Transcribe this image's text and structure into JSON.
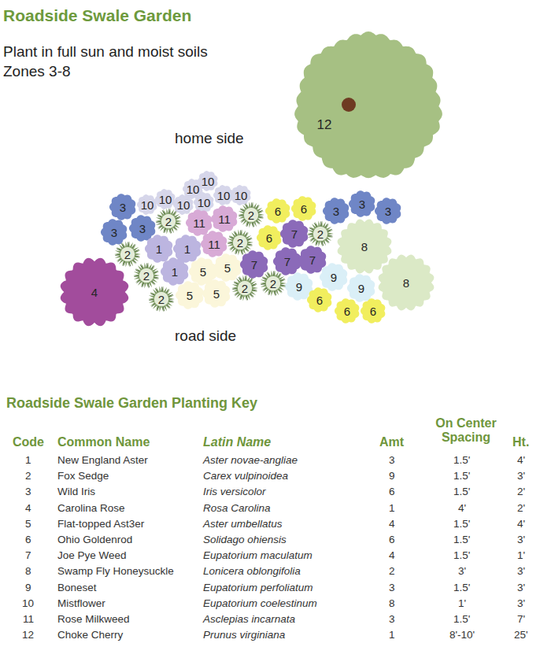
{
  "diagram": {
    "title": "Roadside Swale Garden",
    "nodes": [
      {
        "text": [
          "12"
        ]
      },
      {
        "text": [
          "10"
        ]
      },
      {
        "text": [
          "10"
        ]
      },
      {
        "text": [
          "10"
        ]
      },
      {
        "text": [
          "10"
        ]
      },
      {
        "text": [
          "10"
        ]
      },
      {
        "text": [
          "10"
        ]
      },
      {
        "text": [
          "10"
        ]
      },
      {
        "text": [
          "10"
        ]
      },
      {
        "text": [
          "3"
        ]
      },
      {
        "text": [
          "3"
        ]
      },
      {
        "text": [
          "3"
        ]
      },
      {
        "text": [
          "2"
        ]
      },
      {
        "text": [
          "11"
        ]
      },
      {
        "text": [
          "11"
        ]
      },
      {
        "text": [
          "2"
        ]
      },
      {
        "text": [
          "6"
        ]
      },
      {
        "text": [
          "6"
        ]
      },
      {
        "text": [
          "3"
        ]
      },
      {
        "text": [
          "3"
        ]
      },
      {
        "text": [
          "3"
        ]
      },
      {
        "text": [
          "1"
        ]
      },
      {
        "text": [
          "1"
        ]
      },
      {
        "text": [
          "11"
        ]
      },
      {
        "text": [
          "2"
        ]
      },
      {
        "text": [
          "2"
        ]
      },
      {
        "text": [
          "6"
        ]
      },
      {
        "text": [
          "7"
        ]
      },
      {
        "text": [
          "2"
        ]
      },
      {
        "text": [
          "8"
        ]
      },
      {
        "text": [
          "1"
        ]
      },
      {
        "text": [
          "5"
        ]
      },
      {
        "text": [
          "5"
        ]
      },
      {
        "text": [
          "7"
        ]
      },
      {
        "text": [
          "7"
        ]
      },
      {
        "text": [
          "7"
        ]
      },
      {
        "text": [
          "2"
        ]
      },
      {
        "text": [
          "9"
        ]
      },
      {
        "text": [
          "9"
        ]
      },
      {
        "text": [
          "9"
        ]
      },
      {
        "text": [
          "8"
        ]
      },
      {
        "text": [
          "4"
        ]
      },
      {
        "text": [
          "5"
        ]
      },
      {
        "text": [
          "5"
        ]
      },
      {
        "text": [
          "2"
        ]
      },
      {
        "text": [
          "2"
        ]
      },
      {
        "text": [
          "2"
        ]
      },
      {
        "text": [
          "6"
        ]
      },
      {
        "text": [
          "6"
        ]
      },
      {
        "text": [
          "6"
        ]
      }
    ],
    "labels": [
      "Plant in full sun and moist soils",
      "Zones 3-8",
      "home side",
      "road side",
      "Roadside Swale Garden Planting Key",
      "Code",
      "Common Name",
      "Latin Name",
      "Amt",
      "On Center Spacing",
      "Ht.",
      "1",
      "New England Aster",
      "Aster novae-angliae",
      "3",
      "1.5'",
      "4'",
      "2",
      "Fox Sedge",
      "Carex vulpinoidea",
      "9",
      "1.5'",
      "3'",
      "3",
      "Wild Iris",
      "Iris versicolor",
      "6",
      "1.5'",
      "2'",
      "4",
      "Carolina Rose",
      "Rosa Carolina",
      "1",
      "4'",
      "2'",
      "5",
      "Flat-topped Ast3er",
      "Aster umbellatus",
      "4",
      "1.5'",
      "4'",
      "6",
      "Ohio Goldenrod",
      "Solidago ohiensis",
      "6",
      "1.5'",
      "3'",
      "7",
      "Joe Pye Weed",
      "Eupatorium maculatum",
      "4",
      "1.5'",
      "1'",
      "8",
      "Swamp Fly Honeysuckle",
      "Lonicera oblongifolia",
      "2",
      "3'",
      "3'",
      "9",
      "Boneset",
      "Eupatorium perfoliatum",
      "3",
      "1.5'",
      "3'",
      "10",
      "Mistflower",
      "Eupatorium coelestinum",
      "8",
      "1'",
      "3'",
      "11",
      "Rose Milkweed",
      "Asclepias incarnata",
      "3",
      "1.5'",
      "7'",
      "12",
      "Choke Cherry",
      "Prunus virginiana",
      "1",
      "8'-10'",
      "25'"
    ]
  }
}
